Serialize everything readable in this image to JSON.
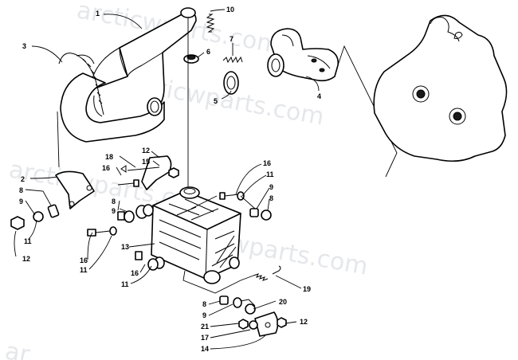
{
  "watermark": {
    "text_upper": "arcticwparts.com",
    "text_mid": "arcticwparts.com",
    "text_lower": "arcticwparts.com",
    "text_bottom": "ar"
  },
  "callouts": [
    {
      "id": "c1",
      "label": "1"
    },
    {
      "id": "c10",
      "label": "10"
    },
    {
      "id": "c3",
      "label": "3"
    },
    {
      "id": "c7",
      "label": "7"
    },
    {
      "id": "c6",
      "label": "6"
    },
    {
      "id": "c4",
      "label": "4"
    },
    {
      "id": "c5",
      "label": "5"
    },
    {
      "id": "c18",
      "label": "18"
    },
    {
      "id": "c16a",
      "label": "16"
    },
    {
      "id": "c12a",
      "label": "12"
    },
    {
      "id": "c15",
      "label": "15"
    },
    {
      "id": "c2",
      "label": "2"
    },
    {
      "id": "c8a",
      "label": "8"
    },
    {
      "id": "c9a",
      "label": "9"
    },
    {
      "id": "c8b",
      "label": "8"
    },
    {
      "id": "c9b",
      "label": "9"
    },
    {
      "id": "c11a",
      "label": "11"
    },
    {
      "id": "c12b",
      "label": "12"
    },
    {
      "id": "c16b",
      "label": "16"
    },
    {
      "id": "c11b",
      "label": "11"
    },
    {
      "id": "c13",
      "label": "13"
    },
    {
      "id": "c16c",
      "label": "16"
    },
    {
      "id": "c11c",
      "label": "11"
    },
    {
      "id": "c16d",
      "label": "16"
    },
    {
      "id": "c11d",
      "label": "11"
    },
    {
      "id": "c9c",
      "label": "9"
    },
    {
      "id": "c8c",
      "label": "8"
    },
    {
      "id": "c19",
      "label": "19"
    },
    {
      "id": "c20",
      "label": "20"
    },
    {
      "id": "c8d",
      "label": "8"
    },
    {
      "id": "c9d",
      "label": "9"
    },
    {
      "id": "c21",
      "label": "21"
    },
    {
      "id": "c12c",
      "label": "12"
    },
    {
      "id": "c17",
      "label": "17"
    },
    {
      "id": "c14",
      "label": "14"
    }
  ]
}
